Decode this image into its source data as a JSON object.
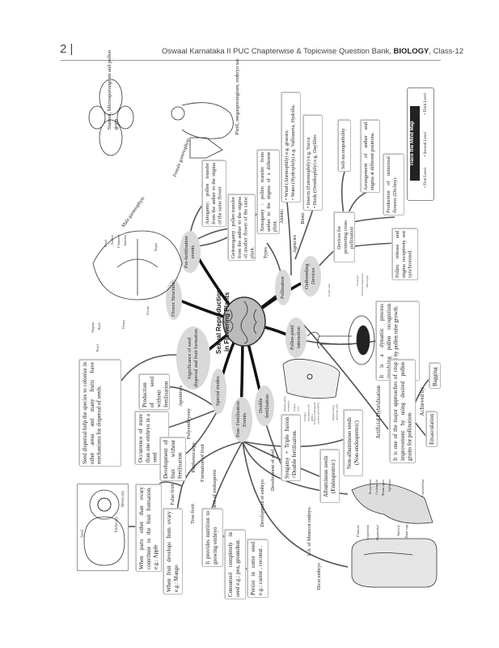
{
  "header": {
    "page_number": "2",
    "title_prefix": "Oswaal Karnataka II PUC Chapterwise & Topicwise Question Bank, ",
    "title_subject": "BIOLOGY",
    "title_suffix": ", Class-12"
  },
  "center": {
    "line1": "Sexual Reproduction",
    "line2": "in Flowering Plants"
  },
  "ovals": {
    "flower_structure": "Flower Structure",
    "pre_fertilisation": "Pre-fertilisation events",
    "pollination": "Pollination",
    "outbreeding": "Outbreeding Devices",
    "pollen_pistil": "Pollen-pistil interaction",
    "double_fertilisation": "Double fertilisation",
    "post_fertilisation": "Post- Fertilisation Events",
    "special_modes": "Special modes",
    "significance": "Significance of seed dispersal and fruit formation"
  },
  "labels": {
    "stamen": "Stamen, Microsporangium and pollen grain",
    "pistil": "Pistil, megasporangium, embryo sac",
    "male_gametophyte": "Male gametophyte",
    "female_gametophyte": "Female gametophyte",
    "types": "Types",
    "agencies": "Agencies",
    "abiotic": "Abiotic",
    "biotic": "Biotic",
    "apomixis": "Apomixis",
    "polyembryony": "Polyembryony",
    "parthenocarpy": "Parthenocarpy",
    "formation_of_fruit": "Formation of fruit",
    "false_fruit": "False fruit",
    "true_fruit": "True fruit",
    "development_endosperm": "Development of endosperm",
    "development_embryo": "Development of embryo",
    "development_seed": "Development of seed",
    "monocot": "L.S. of Monocot embryo.",
    "dicot": "Dicot embryo",
    "artificial_hybridisation": "Artificial Hybridisation",
    "achieved_by": "Achieved by",
    "emasculation": "Emasculation",
    "bagging": "Bagging",
    "petal": "Petal",
    "anther": "Anther",
    "filament": "Filament",
    "stamen_l": "Stamen",
    "stigma": "Stigma",
    "style": "Style",
    "ovary": "Ovary",
    "ovule": "Ovule",
    "sepal": "Sepal",
    "pistil_l": "Pistil",
    "seed": "Seed",
    "endocarp": "Endocarp",
    "mesocarp": "Mesocarp",
    "synergid": "Synergid",
    "filiform": "Filiform Apparatus",
    "micropyle": "Micropyle",
    "pollen_tube": "Pollen tube",
    "plumule": "Plumule",
    "cotyledon": "Cotyledon",
    "hypocotyl": "Hypocotyl",
    "radicle": "Radicle",
    "root_cap": "Root cap",
    "scutellum": "Scutellum",
    "coleoptile": "Coleoptile",
    "shoot_apex": "Shoot apex",
    "epiblast": "Epiblast",
    "coleorrhiza": "Coleorrhiza",
    "zygote": "Zygote (2n)",
    "pec": "Primary endosperm cell (PEC)",
    "pen": "Primary endosperm nucleus (3n) (PEN)",
    "deg_synergids": "Degenerating synergids",
    "deg_antipodal": "Degenerating antipodal cells"
  },
  "boxes": {
    "autogamy": "Autogamy: pollen transfer from the anther to the stigma of the same flower",
    "geitonogamy": "Geitonogamy : pollen transfer from the anther to the stigma of another flower of the same plant.",
    "xenogamy": "Xenogamy : pollen transfer from anther to the stigma of a different plant.",
    "abiotic_items": [
      "• Wind (Anemophily) e.g. grasses;",
      "• Water (Hydrophily) e.g. Vallisneria, Hydrilla."
    ],
    "biotic_items": [
      "• Insects (Entomophily) e.g. Yucca",
      "• Birds (Ornithophily) e.g. Daylilies"
    ],
    "devices_promoting": "Devices for promoting cross pollination",
    "self_incompatibility": "Self-incompatibility",
    "arrangement": "Arrangement of anther and stigma at different positions.",
    "dicliny": "Production of unisexual flowers (Dicliny)",
    "not_synchronised": "Pollen release and stigma receptivity not synchronised.",
    "dynamic_process": "It is a dynamic process involving pollen recognition followed by pollen tube growth.",
    "crop_improvement": "It is one of the major approaches of crop improvement by using desired pollen grains for pollination.",
    "syngamy": "Syngamy + Triple fusion =Double fertilisation.",
    "albuminous": "Albuminous seeds (Endospermic)",
    "non_albuminous": "Non-albuminous seeds (Non-endospermic)",
    "seed_dispersal": "Seed dispersal help the species to colonise in other areas and many fruits have mechanisms for dispersal of seeds.",
    "apomixis_def": "Production of seed without fertilisation",
    "polyembryony_def": "Occurrence of more than one embryo in a seed",
    "parthenocarpy_def": "Development of fruit without fertilisation",
    "false_fruit_def": "When parts other than ovary contribute to the fruit formation. e.g.: Apple",
    "true_fruit_def": "When fruit develops from ovary e.g.: Mango",
    "nutrition": "It provides nutrition to growing embryo",
    "consumed": "Consumed completely in seed e.g.: pea, groundnut.",
    "persist": "Persist in some seed e.g.: castor , coconut ."
  },
  "trace": {
    "title": "Trace the Mind Map",
    "levels": [
      "• First Level",
      "• Second Level",
      "• Third Level"
    ]
  }
}
